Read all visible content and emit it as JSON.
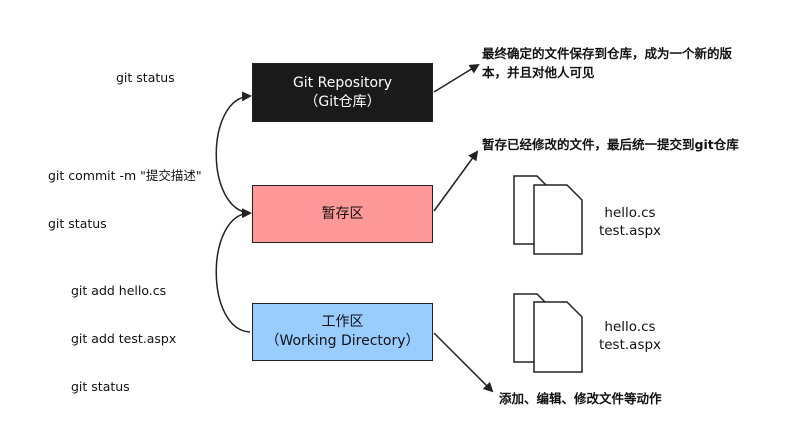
{
  "boxes": {
    "repository": {
      "line1": "Git Repository",
      "line2": "（Git仓库）"
    },
    "staging": {
      "label": "暂存区"
    },
    "working": {
      "line1": "工作区",
      "line2": "（Working Directory）"
    }
  },
  "commands": {
    "status_top": "git status",
    "commit_line1": "git commit -m \"提交描述\"",
    "commit_line2": "git status",
    "add_line1": "git add hello.cs",
    "add_line2": "git add test.aspx",
    "add_line3": "git status"
  },
  "notes": {
    "repo_line1": "最终确定的文件保存到仓库，成为一个新的版",
    "repo_line2": "本，并且对他人可见",
    "staging": "暂存已经修改的文件，最后统一提交到git仓库",
    "working": "添加、编辑、修改文件等动作"
  },
  "file_groups": {
    "staged": {
      "file1": "hello.cs",
      "file2": "test.aspx"
    },
    "working": {
      "file1": "hello.cs",
      "file2": "test.aspx"
    }
  },
  "colors": {
    "repository_fill": "#1a1a1a",
    "staging_fill": "#ff9999",
    "working_fill": "#99ccff"
  }
}
